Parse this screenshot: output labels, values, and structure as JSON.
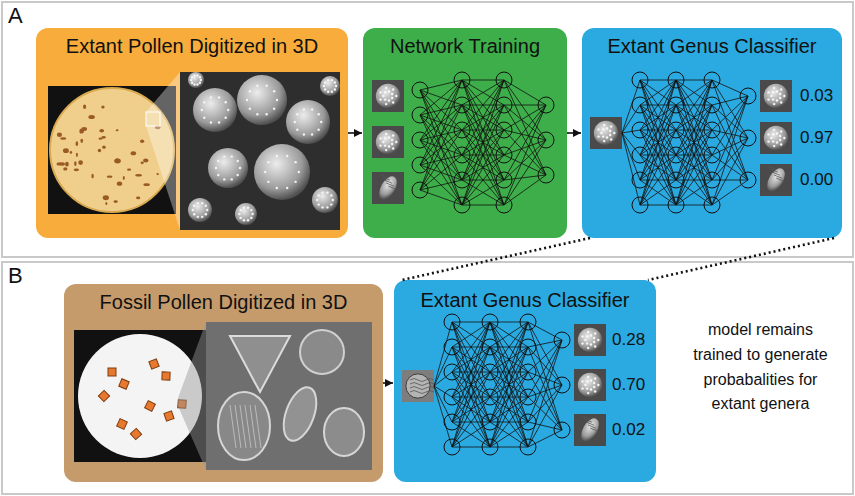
{
  "diagram": {
    "nodes": [
      {
        "text": [
          "A"
        ]
      },
      {
        "text": [
          "Extant Pollen Digitized in 3D"
        ],
        "in": 0
      },
      {
        "text": [
          "Network Training"
        ],
        "in": 0
      },
      {
        "text": [
          "Extant Genus Classifier",
          "0.03",
          "0.97",
          "0.00"
        ],
        "in": 0
      },
      {
        "text": [
          "B",
          "model remains trained to generate probabalities for extant genera"
        ]
      },
      {
        "text": [
          "Fossil Pollen Digitized in 3D"
        ],
        "in": 4
      },
      {
        "text": [
          "Extant Genus Classifier",
          "0.28",
          "0.70",
          "0.02"
        ],
        "in": 4
      }
    ],
    "edges": [
      {
        "from": 1,
        "to": 2,
        "arrow": "to"
      },
      {
        "from": 2,
        "to": 3,
        "arrow": "to"
      },
      {
        "from": 3,
        "to": 6,
        "arrow": "none"
      },
      {
        "from": 3,
        "to": 6,
        "arrow": "none"
      },
      {
        "from": 5,
        "to": 6,
        "arrow": "to"
      }
    ]
  }
}
